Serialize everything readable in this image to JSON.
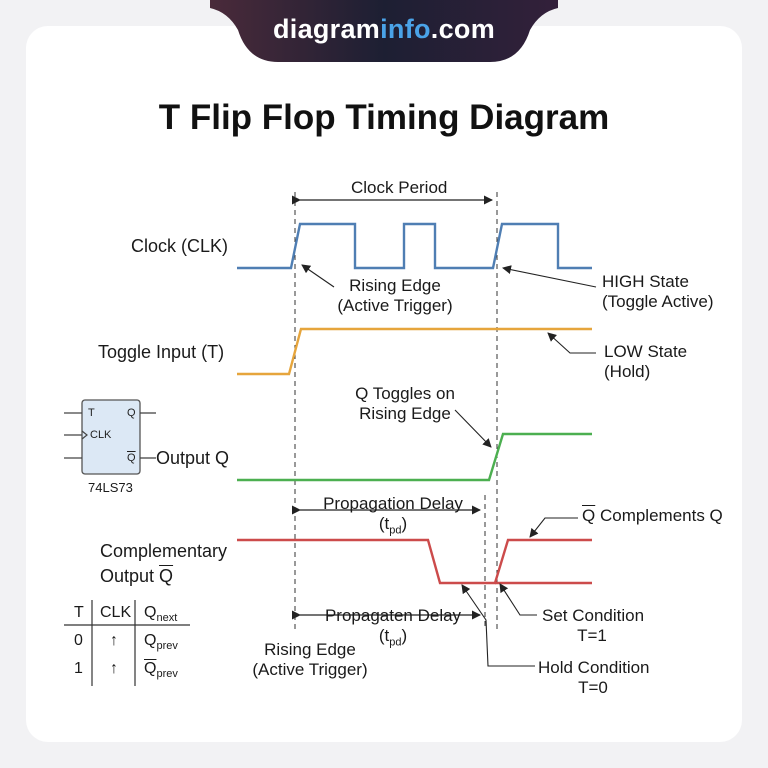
{
  "brand": {
    "part1": "diagram",
    "part2": "info",
    "part3": ".com"
  },
  "title": "T Flip Flop Timing Diagram",
  "signals": {
    "clock": "Clock (CLK)",
    "toggle": "Toggle Input (T)",
    "output": "Output Q",
    "comp_line1": "Complementary",
    "comp_line2_prefix": "Output ",
    "comp_line2_q": "Q"
  },
  "annotations": {
    "clock_period": "Clock Period",
    "rising_edge_1": "Rising Edge",
    "rising_edge_2": "(Active Trigger)",
    "high_state_1": "HIGH State",
    "high_state_2": "(Toggle Active)",
    "low_state_1": "LOW State",
    "low_state_2": "(Hold)",
    "q_toggles_1": "Q Toggles on",
    "q_toggles_2": "Rising Edge",
    "prop_delay": "Propagation Delay",
    "tpd_t": "(t",
    "tpd_sub": "pd",
    "tpd_close": ")",
    "q_comp_q": "Q",
    "q_comp_rest": " Complements Q",
    "propagaten_delay": "Propagaten Delay",
    "set_cond_1": "Set Condition",
    "set_cond_2": "T=1",
    "hold_cond_1": "Hold Condition",
    "hold_cond_2": "T=0",
    "bottom_edge_1": "Rising Edge",
    "bottom_edge_2": "(Active Trigger)"
  },
  "chip": {
    "pin_t": "T",
    "pin_clk": "CLK",
    "pin_q": "Q",
    "pin_qbar": "Q",
    "part_number": "74LS73"
  },
  "truth_table": {
    "headers": {
      "t": "T",
      "clk": "CLK",
      "q": "Q",
      "q_sub": "next"
    },
    "rows": [
      {
        "t": "0",
        "clk": "↑",
        "q": "Q",
        "q_sub": "prev"
      },
      {
        "t": "1",
        "clk": "↑",
        "q": "Q",
        "q_sub": "prev"
      }
    ]
  },
  "colors": {
    "clock": "#4f7eb3",
    "toggle": "#e6a53c",
    "output": "#4caf50",
    "complement": "#cc4b4b",
    "banner": "#1d1f33",
    "accent": "#4aa3e8"
  }
}
